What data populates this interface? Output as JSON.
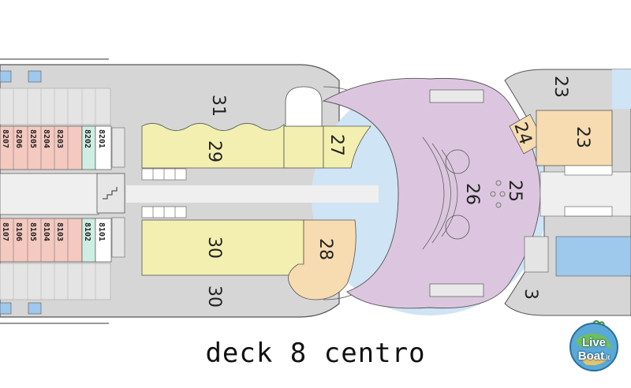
{
  "caption": "deck 8 centro",
  "logo": {
    "line1": "Live",
    "line2": "Boat",
    "suffix": ".it"
  },
  "rooms": {
    "r31": "31",
    "r29": "29",
    "r27": "27",
    "r30a": "30",
    "r30b": "30",
    "r28": "28",
    "r26": "26",
    "r25": "25",
    "r24": "24",
    "r23a": "23",
    "r23b": "23",
    "r3": "3"
  },
  "cabins": {
    "top": [
      "8206",
      "8205",
      "8204",
      "8203",
      "8202",
      "8201"
    ],
    "top_partial": "8207",
    "bottom": [
      "8106",
      "8105",
      "8104",
      "8103",
      "8102",
      "8101"
    ],
    "bottom_partial": "8107"
  },
  "colors": {
    "hull": "#d6d6d6",
    "yellow": "#f3efb0",
    "orange": "#f6dcb0",
    "purple": "#dcc6df",
    "blue": "#9ec8ec",
    "cabin_pink": "#f4c9c0",
    "cabin_green": "#cfeee2",
    "water": "#cfe4f5"
  }
}
